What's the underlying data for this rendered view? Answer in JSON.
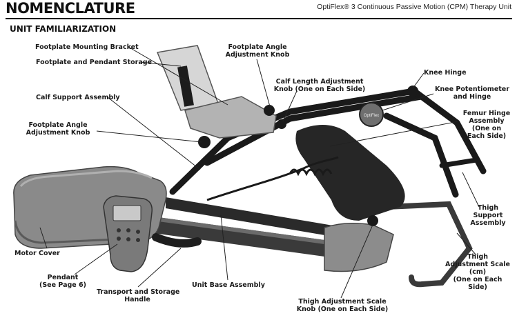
{
  "header": {
    "title": "NOMENCLATURE",
    "subtitle": "OptiFlex® 3 Continuous Passive Motion (CPM) Therapy Unit"
  },
  "section_title": "UNIT FAMILIARIZATION",
  "device": {
    "brand_text": "OptiFlex"
  },
  "labels": {
    "footplate_mounting_bracket": "Footplate Mounting Bracket",
    "footplate_pendant_storage": "Footplate and Pendant Storage",
    "calf_support_assembly": "Calf Support Assembly",
    "footplate_angle_knob_left_1": "Footplate Angle",
    "footplate_angle_knob_left_2": "Adjustment Knob",
    "footplate_angle_knob_top_1": "Footplate Angle",
    "footplate_angle_knob_top_2": "Adjustment Knob",
    "calf_length_knob_1": "Calf Length Adjustment",
    "calf_length_knob_2": "Knob (One on Each Side)",
    "knee_hinge": "Knee Hinge",
    "knee_potentiometer_1": "Knee Potentiometer",
    "knee_potentiometer_2": "and Hinge",
    "femur_hinge_1": "Femur Hinge",
    "femur_hinge_2": "Assembly",
    "femur_hinge_3": "(One on",
    "femur_hinge_4": "Each Side)",
    "thigh_support_1": "Thigh",
    "thigh_support_2": "Support",
    "thigh_support_3": "Assembly",
    "thigh_scale_1": "Thigh",
    "thigh_scale_2": "Adjustment Scale",
    "thigh_scale_3": "(cm)",
    "thigh_scale_4": "(One on Each",
    "thigh_scale_5": "Side)",
    "motor_cover": "Motor Cover",
    "pendant_1": "Pendant",
    "pendant_2": "(See Page 6)",
    "transport_handle_1": "Transport and Storage",
    "transport_handle_2": "Handle",
    "unit_base_assembly": "Unit Base Assembly",
    "thigh_scale_knob_1": "Thigh Adjustment Scale",
    "thigh_scale_knob_2": "Knob (One on Each Side)"
  }
}
